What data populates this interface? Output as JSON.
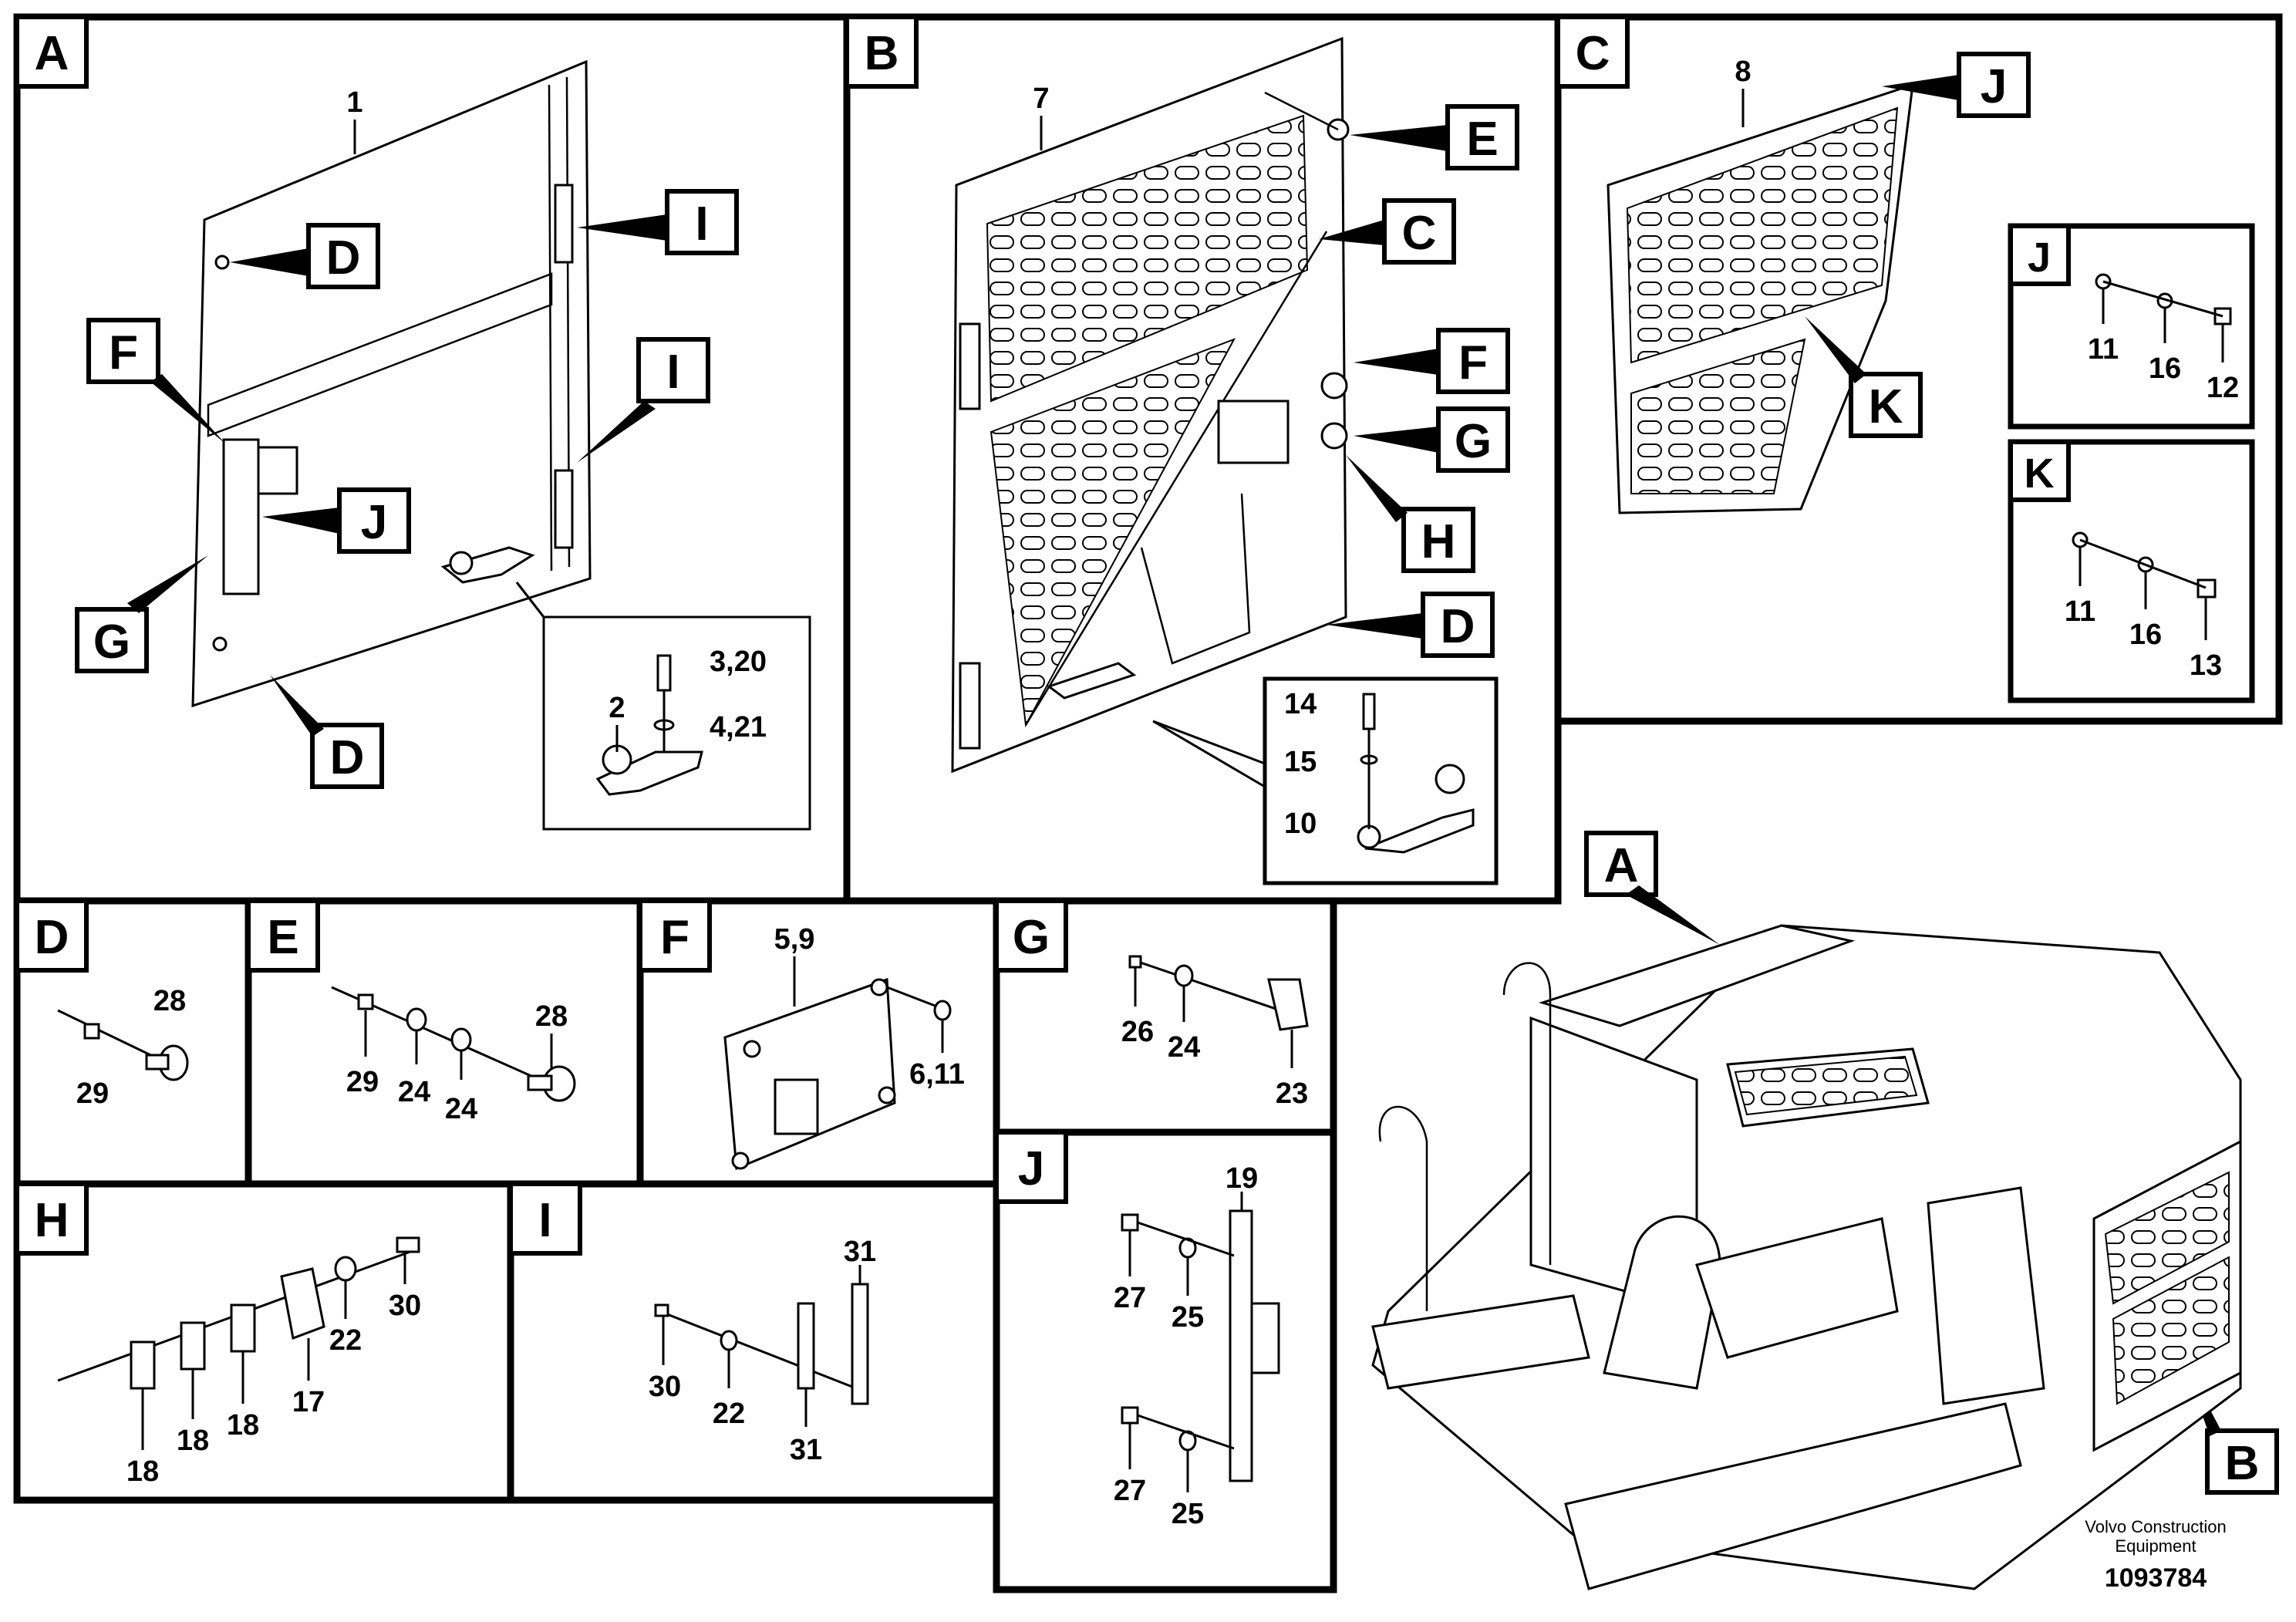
{
  "title": "",
  "panels": {
    "A": {
      "tag": "A",
      "part_no": "1",
      "callouts": {
        "D_top": "D",
        "I_top": "I",
        "F": "F",
        "I_mid": "I",
        "J": "J",
        "G": "G",
        "D_bottom": "D"
      },
      "detail": {
        "n3": "3,20",
        "n2": "2",
        "n4": "4,21"
      }
    },
    "B": {
      "tag": "B",
      "part_no": "7",
      "callouts": {
        "E": "E",
        "C": "C",
        "F": "F",
        "G": "G",
        "H": "H",
        "D": "D"
      },
      "detail": {
        "n14": "14",
        "n15": "15",
        "n10": "10"
      }
    },
    "C": {
      "tag": "C",
      "part_no": "8",
      "callouts": {
        "J": "J",
        "K": "K"
      },
      "sub_J": {
        "tag": "J",
        "n11": "11",
        "n16": "16",
        "n12": "12"
      },
      "sub_K": {
        "tag": "K",
        "n11": "11",
        "n16": "16",
        "n13": "13"
      }
    },
    "D": {
      "tag": "D",
      "n28": "28",
      "n29": "29"
    },
    "E": {
      "tag": "E",
      "n29": "29",
      "n24a": "24",
      "n24b": "24",
      "n28": "28"
    },
    "F": {
      "tag": "F",
      "n59": "5,9",
      "n611": "6,11"
    },
    "G": {
      "tag": "G",
      "n26": "26",
      "n24": "24",
      "n23": "23"
    },
    "H": {
      "tag": "H",
      "n18a": "18",
      "n18b": "18",
      "n18c": "18",
      "n17": "17",
      "n22": "22",
      "n30": "30"
    },
    "I": {
      "tag": "I",
      "n30": "30",
      "n22": "22",
      "n31a": "31",
      "n31b": "31"
    },
    "J": {
      "tag": "J",
      "n19": "19",
      "n27a": "27",
      "n25a": "25",
      "n27b": "27",
      "n25b": "25"
    },
    "overview": {
      "tag_A": "A",
      "tag_B": "B"
    }
  },
  "footer": {
    "company_line1": "Volvo Construction",
    "company_line2": "Equipment",
    "doc_number": "1093784"
  }
}
